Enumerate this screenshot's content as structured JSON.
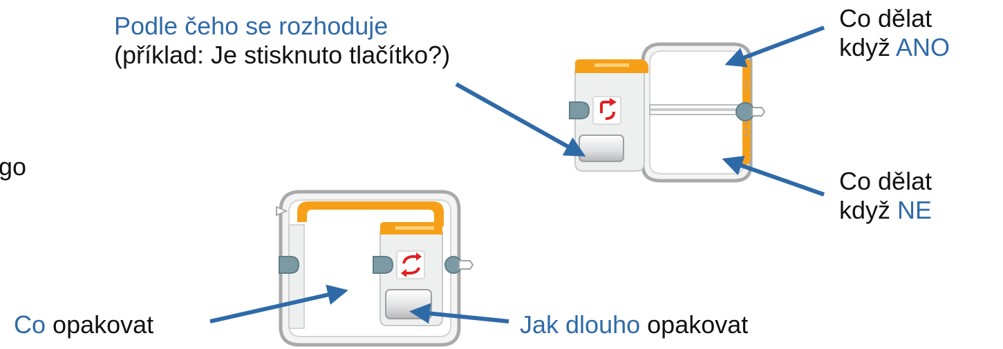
{
  "switch_note": {
    "title": "Podle čeho se rozhoduje",
    "example": "(příklad: Je stisknuto tlačítko?)"
  },
  "yes_note": {
    "line1": "Co dělat",
    "prefix": "když",
    "keyword": "ANO"
  },
  "no_note": {
    "line1": "Co dělat",
    "prefix": "když",
    "keyword": "NE"
  },
  "loop_body_note": {
    "keyword": "Co",
    "rest": "opakovat"
  },
  "loop_cond_note": {
    "keyword": "Jak dlouho",
    "rest": "opakovat"
  },
  "cut_text": "go",
  "colors": {
    "accent": "#2f6aa8",
    "orange": "#f6a01a",
    "icon_red": "#e02020",
    "block_gray": "#e9eaea"
  }
}
